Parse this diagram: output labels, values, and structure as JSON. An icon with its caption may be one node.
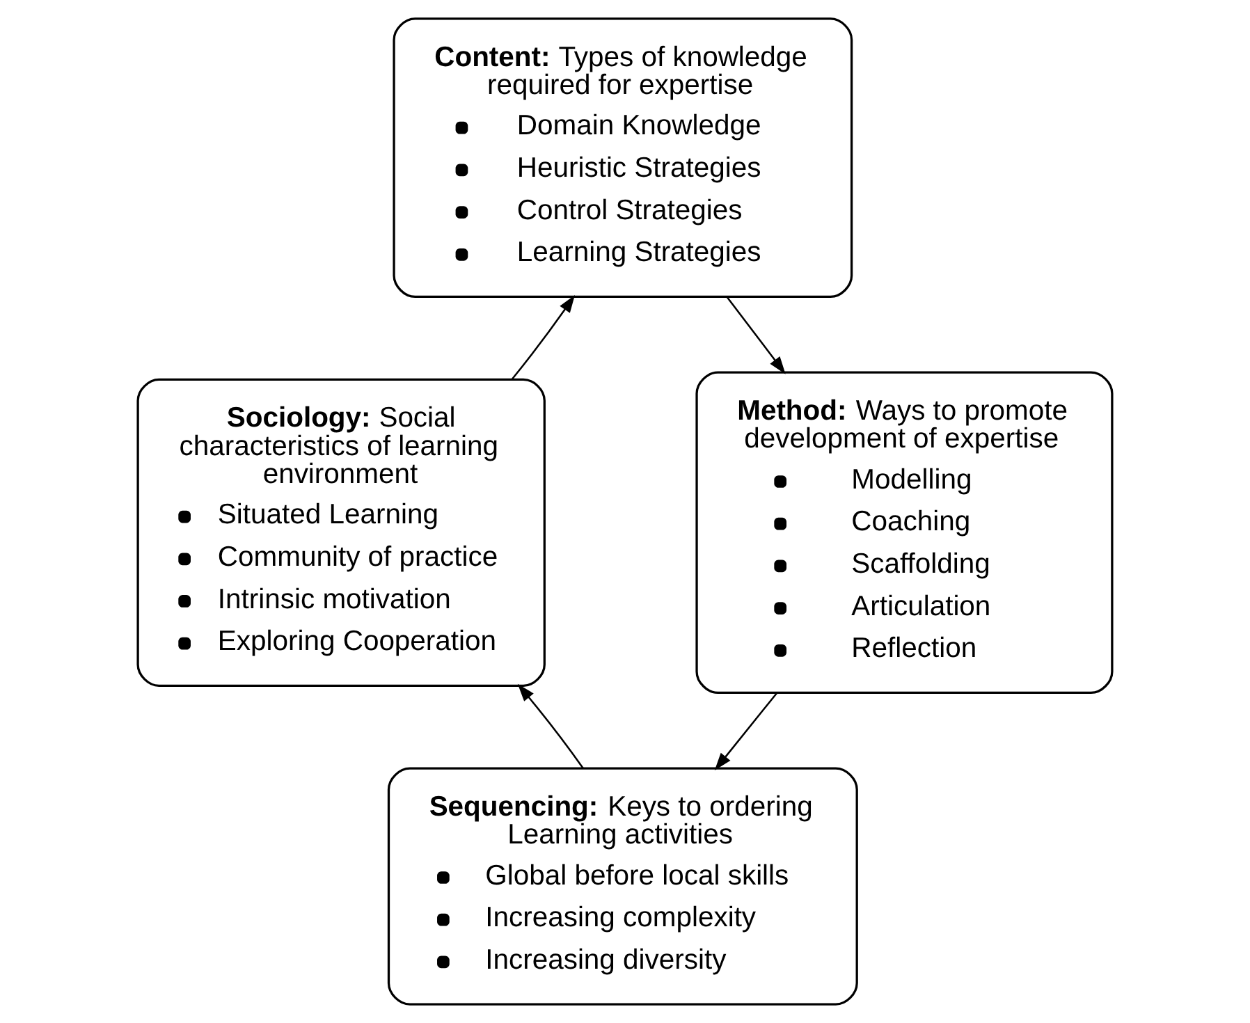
{
  "diagram": {
    "nodes": [
      {
        "text": [
          "**Content:** Types of knowledge required for expertise",
          "Domain Knowledge",
          "Heuristic Strategies",
          "Control Strategies",
          "Learning Strategies"
        ]
      },
      {
        "text": [
          "**Sociology:** Social characteristics of learning environment",
          "Situated Learning",
          "Community of practice",
          "Intrinsic motivation",
          "Exploring Cooperation"
        ]
      },
      {
        "text": [
          "**Method:** Ways to promote development of expertise",
          "Modelling",
          "Coaching",
          "Scaffolding",
          "Articulation",
          "Reflection"
        ]
      },
      {
        "text": [
          "**Sequencing:** Keys to ordering Learning activities",
          "Global before local skills",
          "Increasing complexity",
          "Increasing diversity"
        ]
      }
    ],
    "edges": [
      {
        "from": 0,
        "to": 2,
        "arrow": "to"
      },
      {
        "from": 2,
        "to": 3,
        "arrow": "to"
      },
      {
        "from": 3,
        "to": 1,
        "arrow": "to"
      },
      {
        "from": 1,
        "to": 0,
        "arrow": "to"
      }
    ]
  }
}
